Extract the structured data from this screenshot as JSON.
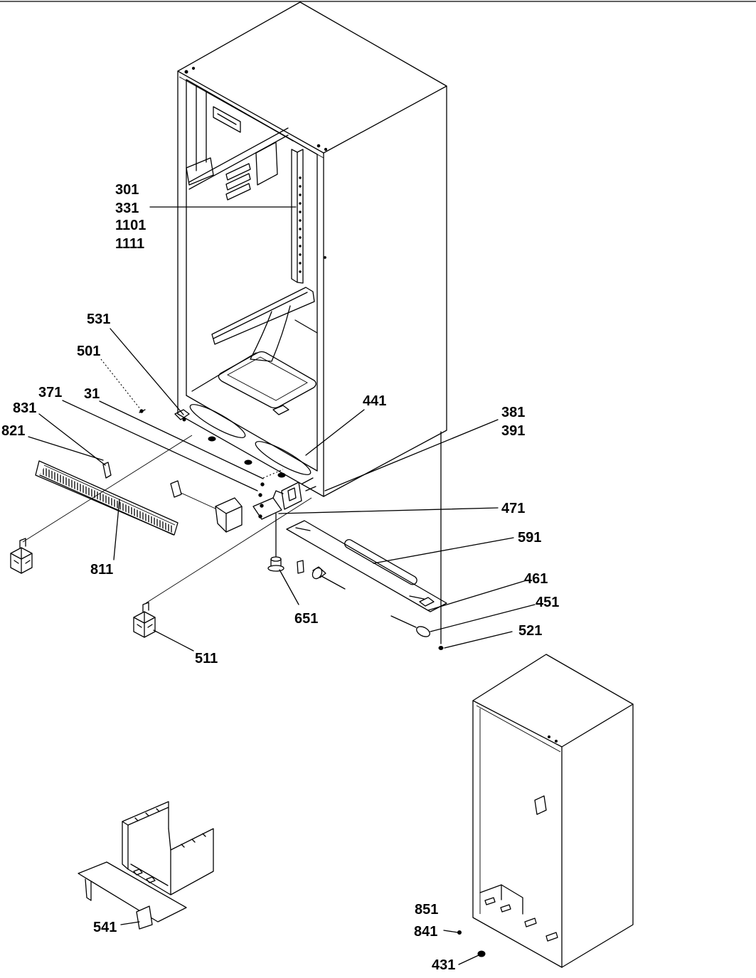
{
  "part_callouts": [
    "301",
    "331",
    "1101",
    "1111",
    "531",
    "501",
    "371",
    "31",
    "831",
    "821",
    "441",
    "381",
    "391",
    "471",
    "591",
    "461",
    "451",
    "521",
    "811",
    "651",
    "511",
    "541",
    "851",
    "841",
    "431"
  ]
}
